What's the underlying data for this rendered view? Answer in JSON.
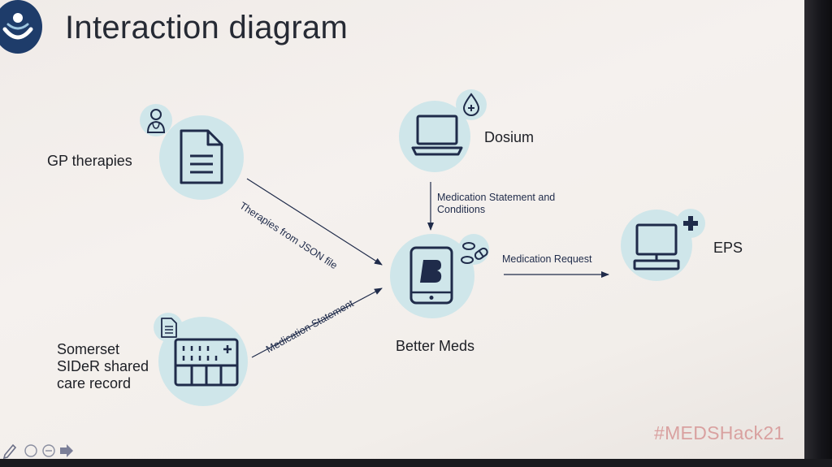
{
  "title": "Interaction diagram",
  "nodes": {
    "gp": {
      "label": "GP therapies"
    },
    "dosium": {
      "label": "Dosium"
    },
    "better_meds": {
      "label": "Better Meds"
    },
    "eps": {
      "label": "EPS"
    },
    "somerset": {
      "line1": "Somerset",
      "line2": "SIDeR shared",
      "line3": "care record"
    }
  },
  "edges": {
    "gp_to_bm": "Therapies from JSON file",
    "somerset_to_bm": "Medication Statement",
    "dosium_to_bm_line1": "Medication Statement and",
    "dosium_to_bm_line2": "Conditions",
    "bm_to_eps": "Medication Request"
  },
  "hashtag": "#MEDSHack21",
  "icons": {
    "gp": "document-icon",
    "gp_badge": "doctor-icon",
    "dosium": "laptop-icon",
    "dosium_badge": "drop-icon",
    "better_meds": "tablet-icon",
    "better_meds_badge": "pills-icon",
    "eps": "desktop-icon",
    "eps_badge": "plus-icon",
    "somerset": "calendar-grid-icon",
    "somerset_badge": "small-document-icon"
  },
  "colors": {
    "accent_circle": "#cfe6ea",
    "icon_stroke": "#1f2b4a",
    "arrow": "#1f2b4a",
    "hashtag": "#d9a1a0",
    "logo": "#1e3c6a"
  }
}
